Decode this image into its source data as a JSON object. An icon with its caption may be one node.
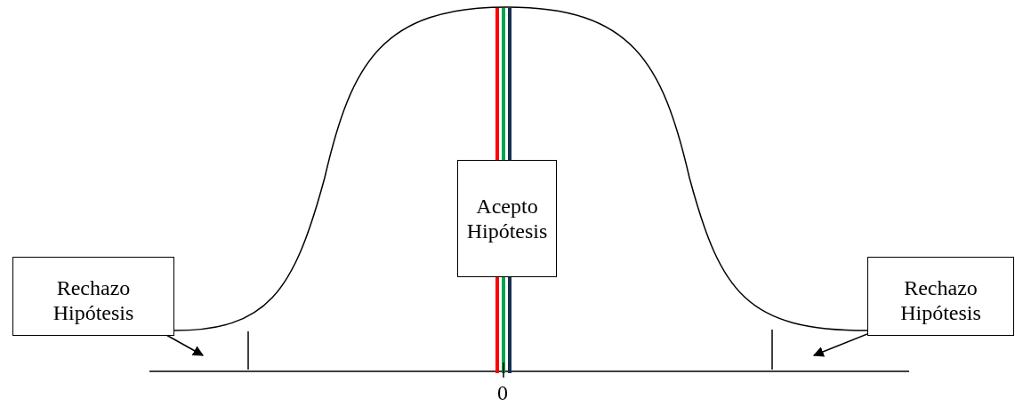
{
  "diagram": {
    "nodes": [
      {
        "text": [
          "Rechazo Hipótesis"
        ]
      },
      {
        "text": [
          "Acepto Hipótesis"
        ]
      },
      {
        "text": [
          "Rechazo Hipótesis"
        ]
      }
    ],
    "edges": [
      {
        "from": 0,
        "to": null,
        "arrow": "to"
      },
      {
        "from": 2,
        "to": null,
        "arrow": "to"
      }
    ],
    "labels": [
      "0"
    ]
  }
}
